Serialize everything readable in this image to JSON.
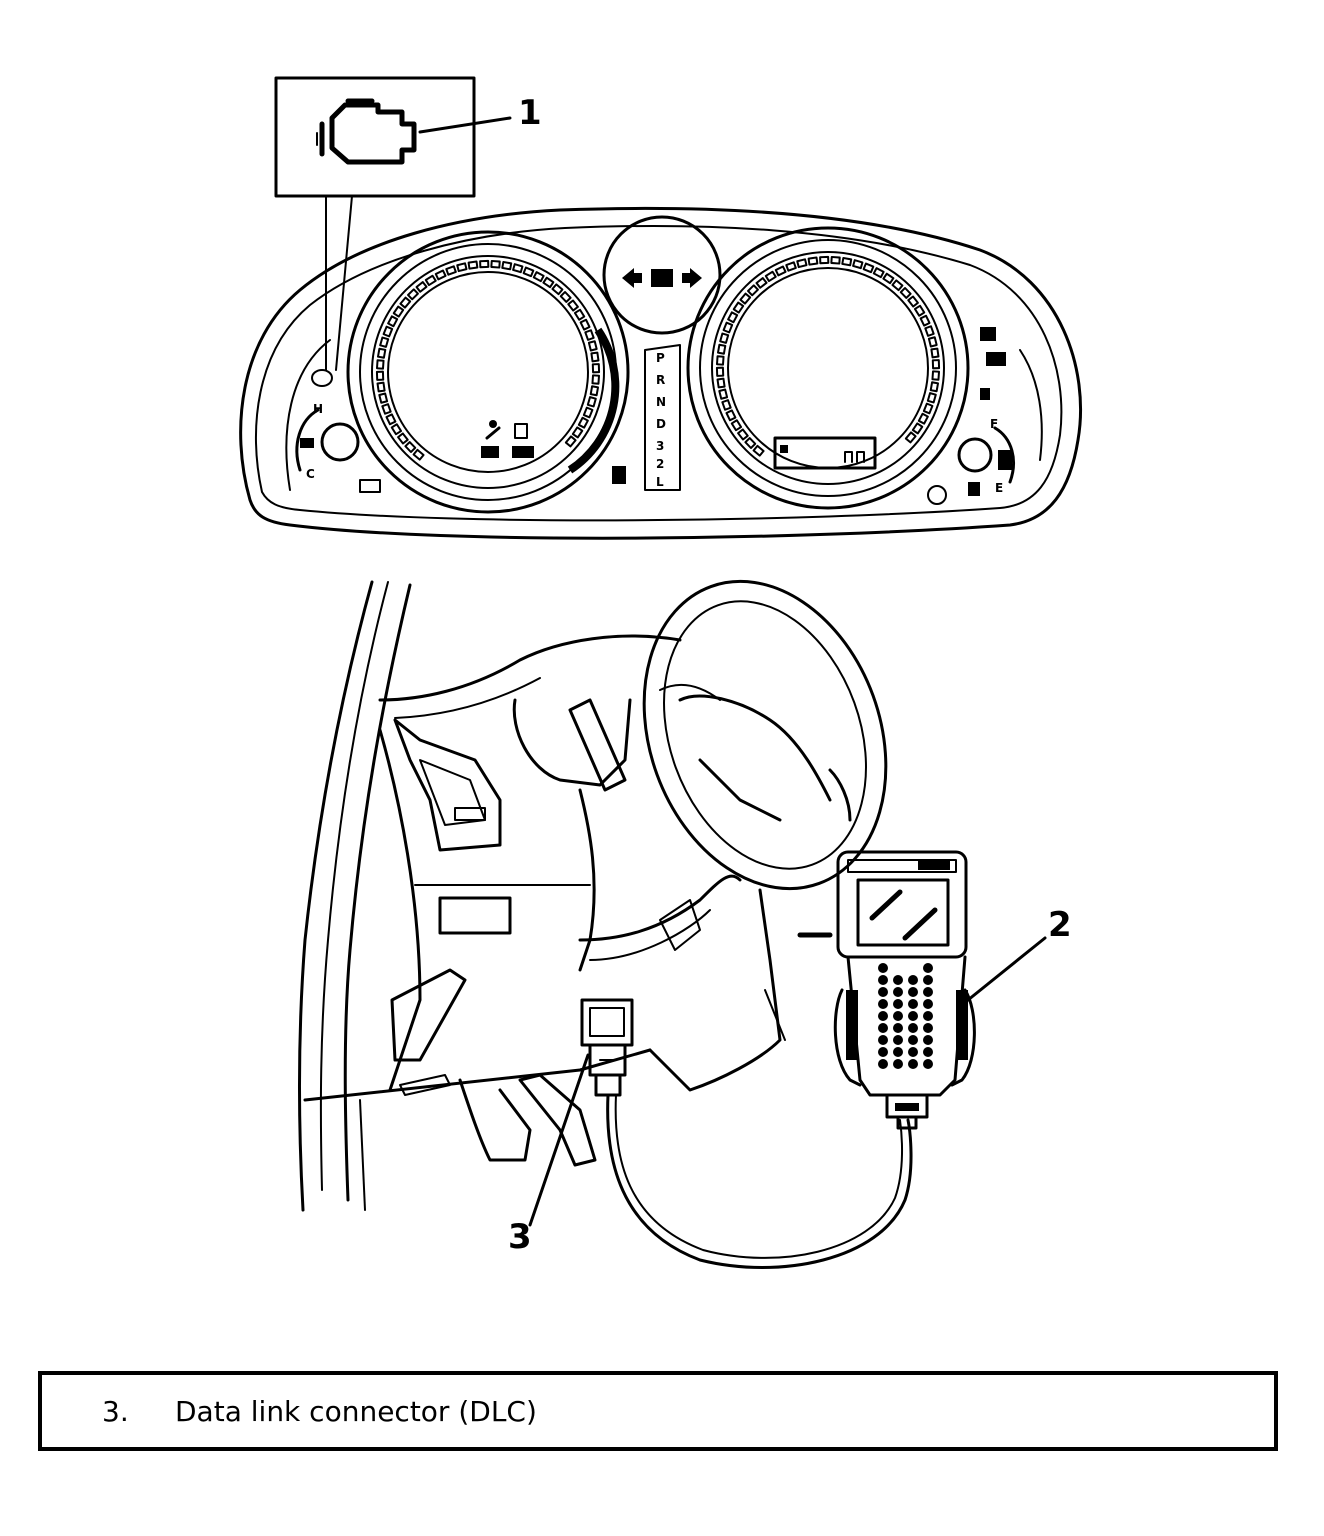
{
  "callouts": [
    {
      "id": "1",
      "label": "1"
    },
    {
      "id": "2",
      "label": "2"
    },
    {
      "id": "3",
      "label": "3"
    }
  ],
  "gauge_marks": {
    "temp_high": "H",
    "temp_low": "C",
    "fuel_full": "F",
    "fuel_empty": "E",
    "gear_column": [
      "P",
      "R",
      "N",
      "D",
      "3",
      "2",
      "L"
    ]
  },
  "legend": {
    "items": [
      {
        "number": "3.",
        "text": "Data link connector (DLC)"
      }
    ]
  }
}
